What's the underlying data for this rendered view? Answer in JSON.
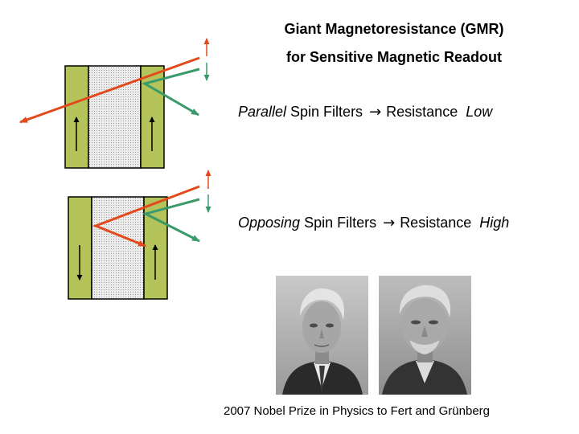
{
  "title": {
    "line1": "Giant Magnetoresistance (GMR)",
    "line2": "for Sensitive Magnetic Readout"
  },
  "parallel": {
    "emph": "Parallel",
    "rest": " Spin Filters",
    "arrow": "→",
    "result_label": "Resistance",
    "result_value": "Low"
  },
  "opposing": {
    "emph": "Opposing",
    "rest": " Spin Filters",
    "arrow": "→",
    "result_label": "Resistance",
    "result_value": "High"
  },
  "caption": "2007 Nobel Prize in Physics to Fert and Grünberg",
  "colors": {
    "layer_fill": "#b5c45a",
    "spacer_fill": "#e6e6e6",
    "spin_up_arrow": "#e24a1c",
    "spin_down_arrow": "#3a9a6a"
  }
}
